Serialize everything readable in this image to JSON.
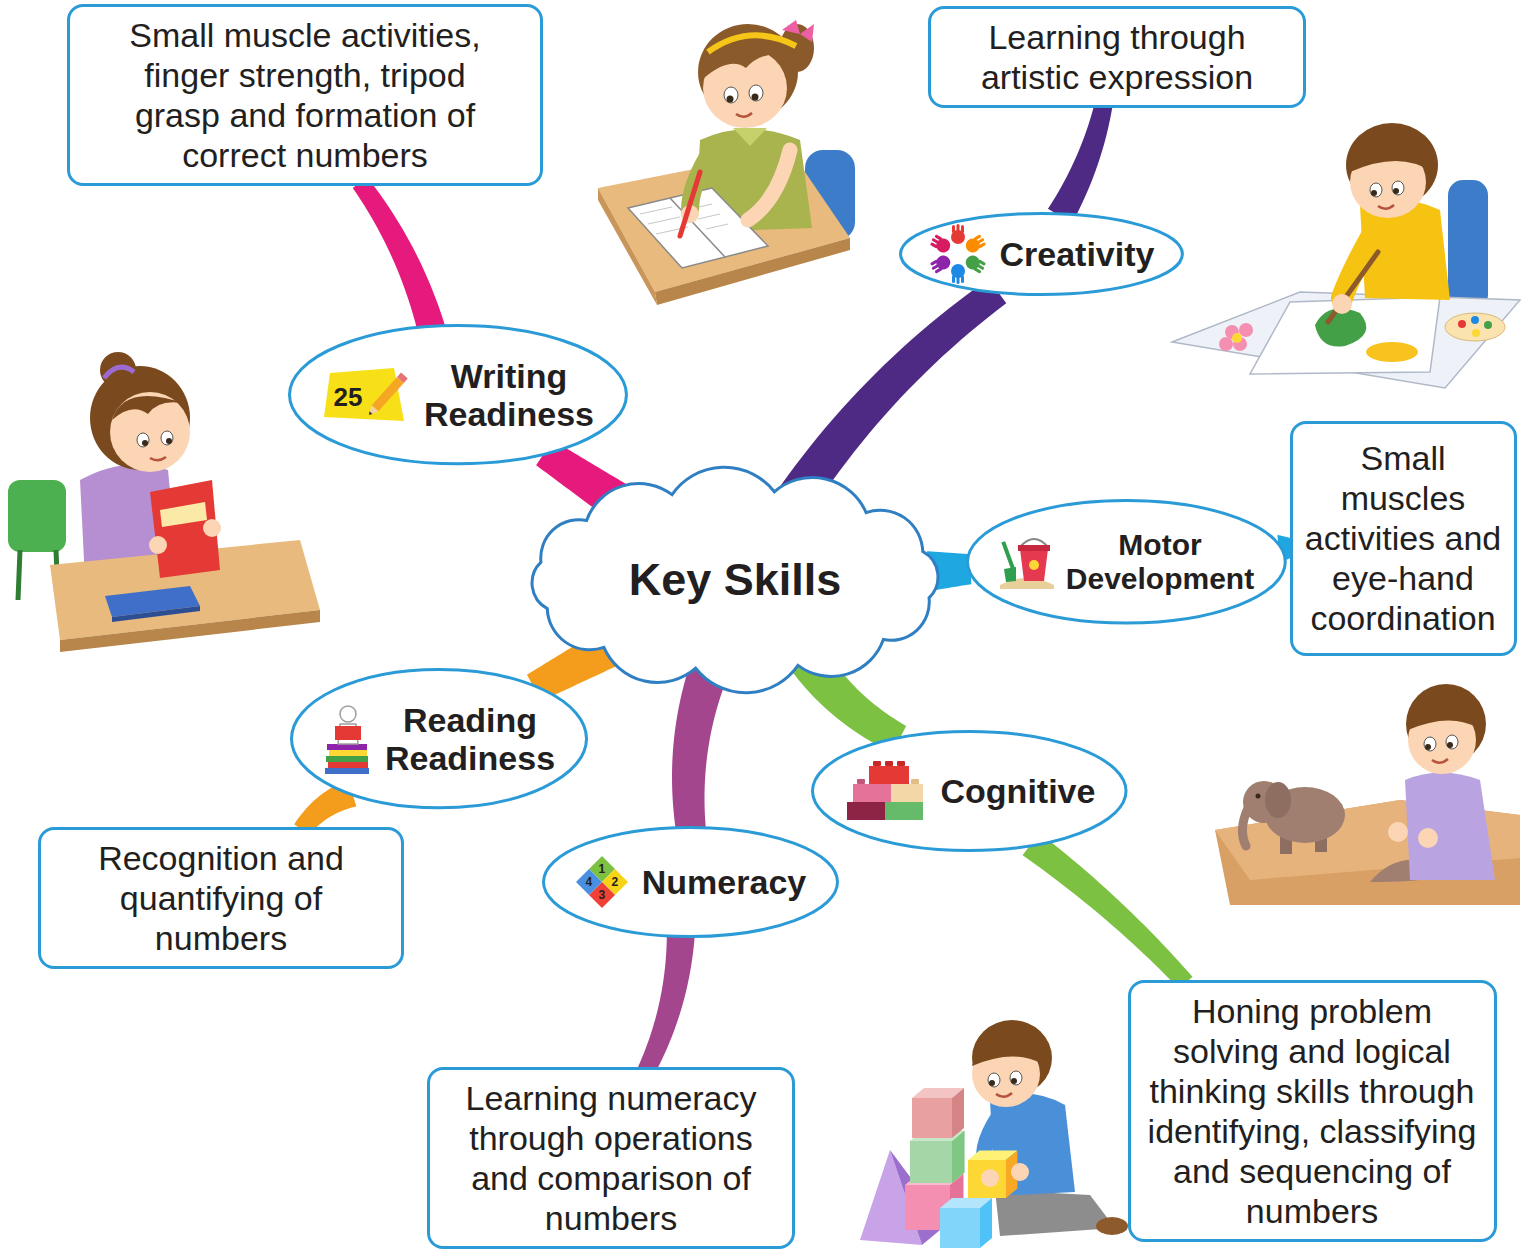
{
  "diagram": {
    "nodes": [
      {
        "text": [
          "Small muscle activities, finger strength, tripod grasp and formation of correct numbers"
        ]
      },
      {
        "text": [
          "Learning through artistic expression"
        ]
      },
      {
        "text": [
          "Creativity"
        ]
      },
      {
        "text": [
          "Writing Readiness"
        ]
      },
      {
        "text": [
          "Small muscles activities and eye-hand coordination"
        ]
      },
      {
        "text": [
          "Motor Development"
        ]
      },
      {
        "text": [
          "Key Skills"
        ]
      },
      {
        "text": [
          "Reading Readiness"
        ]
      },
      {
        "text": [
          "Cognitive"
        ]
      },
      {
        "text": [
          "Recognition and quantifying of numbers"
        ]
      },
      {
        "text": [
          "Numeracy"
        ]
      },
      {
        "text": [
          "Learning numeracy through operations and comparison of numbers"
        ]
      },
      {
        "text": [
          "Honing problem solving and logical thinking skills through identifying, classifying and sequencing of numbers"
        ]
      }
    ],
    "edges": [
      {
        "from": 6,
        "to": 3,
        "arrow": "none"
      },
      {
        "from": 3,
        "to": 0,
        "arrow": "none"
      },
      {
        "from": 6,
        "to": 2,
        "arrow": "none"
      },
      {
        "from": 2,
        "to": 1,
        "arrow": "none"
      },
      {
        "from": 6,
        "to": 5,
        "arrow": "none"
      },
      {
        "from": 5,
        "to": 4,
        "arrow": "none"
      },
      {
        "from": 6,
        "to": 8,
        "arrow": "none"
      },
      {
        "from": 8,
        "to": 12,
        "arrow": "none"
      },
      {
        "from": 6,
        "to": 10,
        "arrow": "none"
      },
      {
        "from": 10,
        "to": 11,
        "arrow": "none"
      },
      {
        "from": 6,
        "to": 7,
        "arrow": "none"
      },
      {
        "from": 7,
        "to": 9,
        "arrow": "none"
      }
    ],
    "labels": [
      "25",
      "1",
      "2",
      "3",
      "4"
    ]
  }
}
